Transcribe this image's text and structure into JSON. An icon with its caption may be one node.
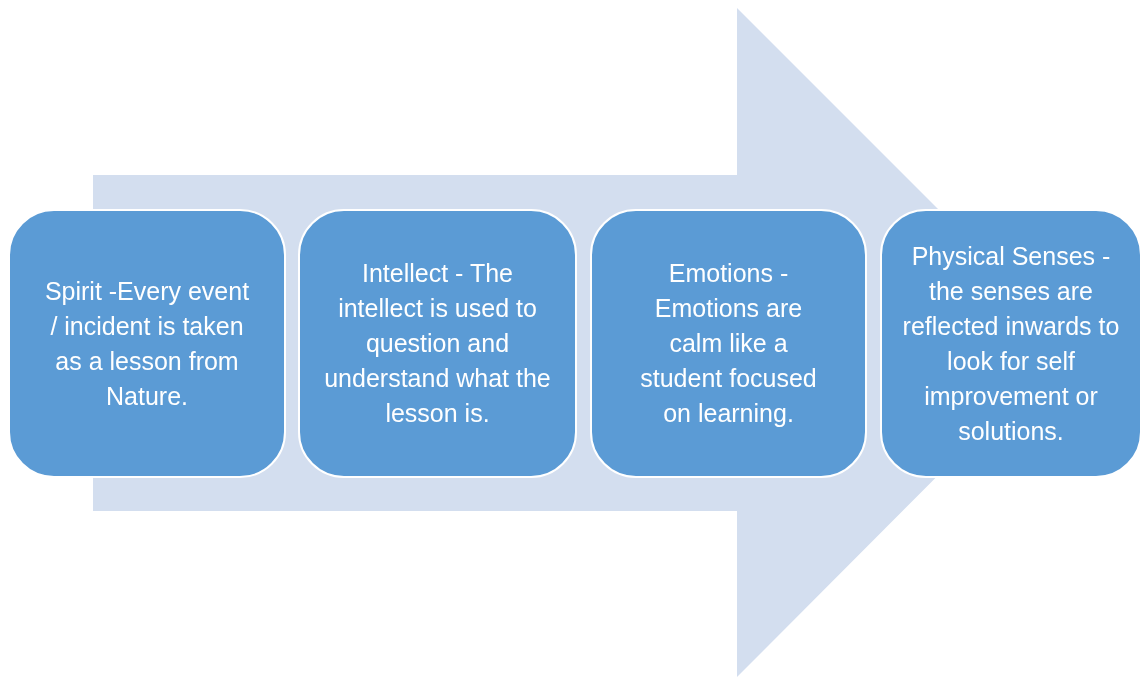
{
  "diagram": {
    "nodes": [
      {
        "text": [
          "Spirit -Every event / incident is taken as a lesson from Nature."
        ]
      },
      {
        "text": [
          "Intellect - The intellect is used to question and understand what the lesson is."
        ]
      },
      {
        "text": [
          "Emotions - Emotions are calm like a student focused on learning."
        ]
      },
      {
        "text": [
          "Physical Senses - the senses are reflected inwards to look for self improvement or solutions."
        ]
      }
    ],
    "edges": [
      {
        "from": 0,
        "to": 3,
        "arrow": "to"
      }
    ]
  }
}
